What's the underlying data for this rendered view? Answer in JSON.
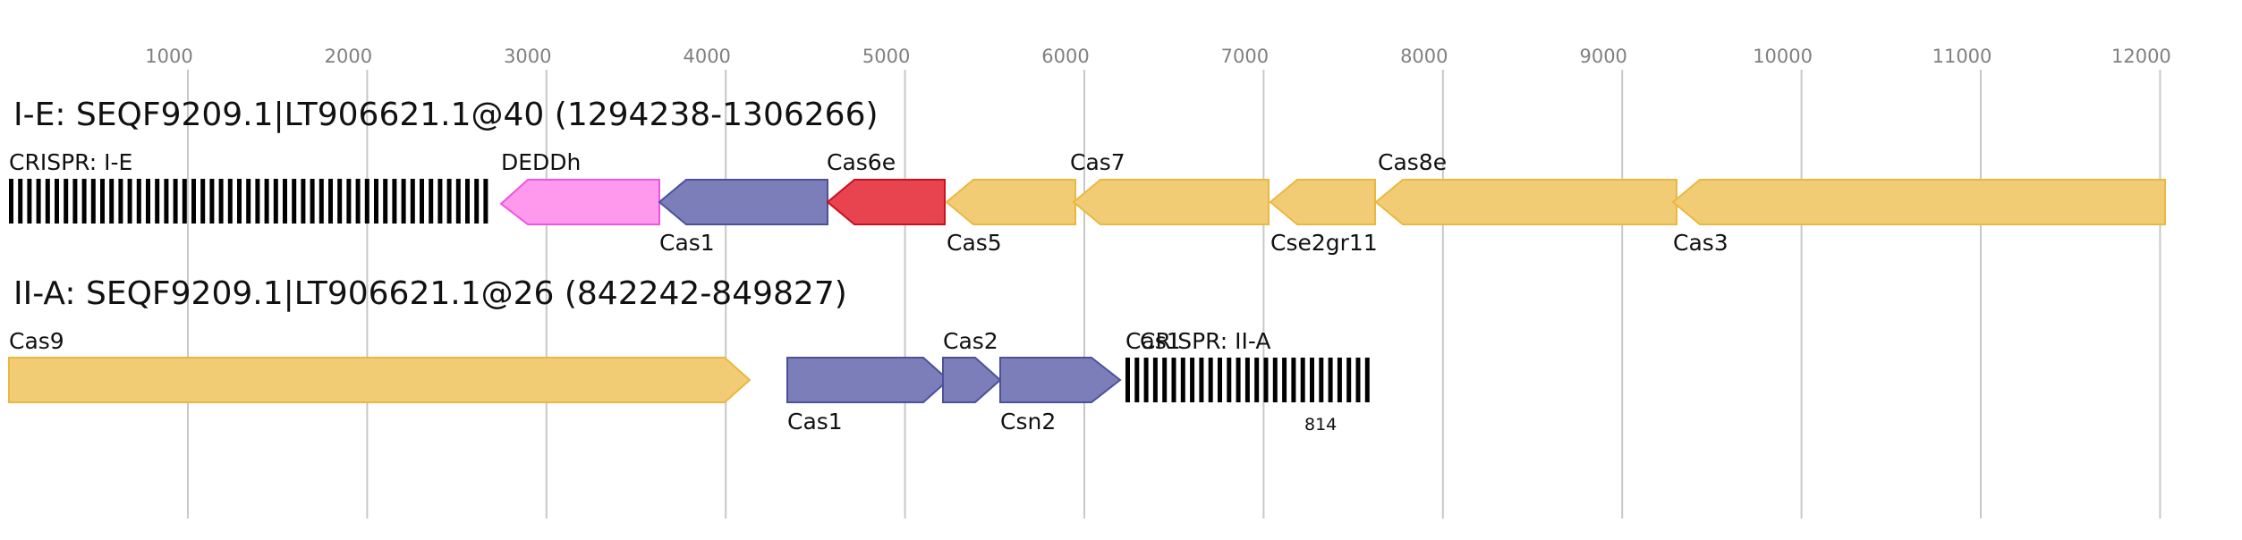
{
  "axis": {
    "ticks": [
      "1000",
      "2000",
      "3000",
      "4000",
      "5000",
      "6000",
      "7000",
      "8000",
      "9000",
      "10000",
      "11000",
      "12000"
    ]
  },
  "loci": [
    {
      "title": "I-E: SEQF9209.1|LT906621.1@40 (1294238-1306266)",
      "features": [
        {
          "type": "crispr",
          "label": "CRISPR: I-E"
        },
        {
          "type": "gene",
          "label": "DEDDh",
          "strand": "-",
          "color": "#ff99ee"
        },
        {
          "type": "gene",
          "label": "Cas1",
          "strand": "-",
          "color": "#7b7eb8"
        },
        {
          "type": "gene",
          "label": "Cas6e",
          "strand": "-",
          "color": "#e8444f"
        },
        {
          "type": "gene",
          "label": "Cas5",
          "strand": "-",
          "color": "#f2cc75"
        },
        {
          "type": "gene",
          "label": "Cas7",
          "strand": "-",
          "color": "#f2cc75"
        },
        {
          "type": "gene",
          "label": "Cse2gr11",
          "strand": "-",
          "color": "#f2cc75"
        },
        {
          "type": "gene",
          "label": "Cas8e",
          "strand": "-",
          "color": "#f2cc75"
        },
        {
          "type": "gene",
          "label": "Cas3",
          "strand": "-",
          "color": "#f2cc75"
        }
      ]
    },
    {
      "title": "II-A: SEQF9209.1|LT906621.1@26 (842242-849827)",
      "features": [
        {
          "type": "gene",
          "label": "Cas9",
          "strand": "+",
          "color": "#f2cc75"
        },
        {
          "type": "gene",
          "label": "Cas1",
          "strand": "+",
          "color": "#7b7eb8"
        },
        {
          "type": "gene",
          "label": "Cas2",
          "strand": "+",
          "color": "#7b7eb8"
        },
        {
          "type": "gene",
          "label": "Csn2",
          "strand": "+",
          "color": "#7b7eb8"
        },
        {
          "type": "crispr",
          "label": "CRISPR: II-A",
          "overlap_label": "Cas1",
          "count_label": "814"
        }
      ]
    }
  ],
  "colors": {
    "grid": "#c8c8c8",
    "tick_text": "#808080",
    "crispr": "#000000",
    "yellow_stroke": "#e8b840",
    "blue_stroke": "#4c519c",
    "red_stroke": "#cc1020",
    "pink_stroke": "#ee55dd"
  }
}
